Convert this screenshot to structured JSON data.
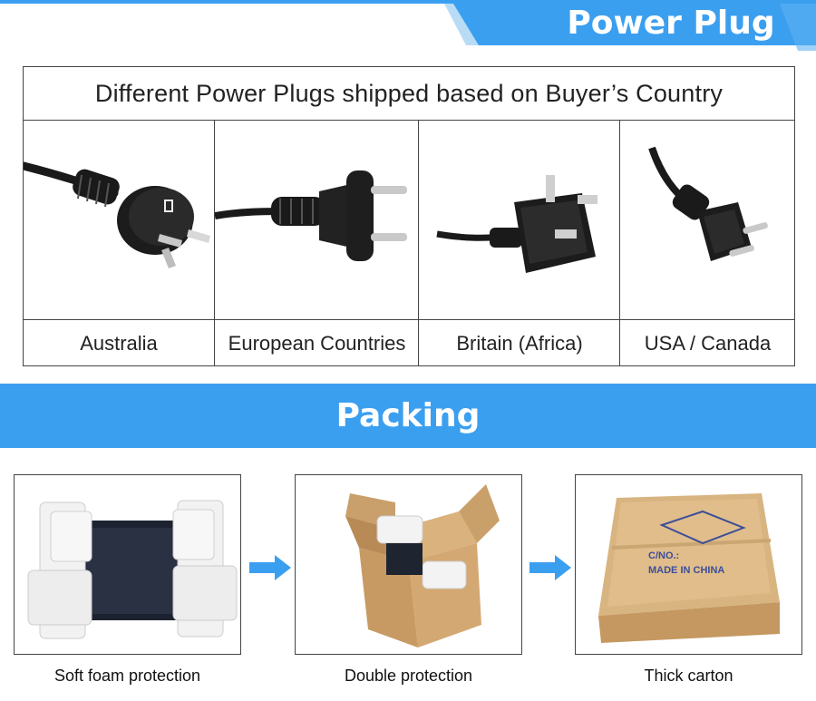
{
  "power_plug": {
    "title": "Power Plug",
    "heading": "Different Power Plugs shipped based on Buyer’s Country",
    "plugs": [
      {
        "label": "Australia",
        "icon": "australia-plug-icon"
      },
      {
        "label": "European Countries",
        "icon": "europe-plug-icon"
      },
      {
        "label": "Britain (Africa)",
        "icon": "uk-plug-icon"
      },
      {
        "label": "USA / Canada",
        "icon": "us-plug-icon"
      }
    ]
  },
  "packing": {
    "title": "Packing",
    "steps": [
      {
        "caption": "Soft foam protection"
      },
      {
        "caption": "Double protection"
      },
      {
        "caption": "Thick carton",
        "box_text": [
          "C/NO.:",
          "MADE IN CHINA"
        ]
      }
    ]
  },
  "colors": {
    "accent_blue": "#3b9ff0",
    "light_blue": "#b8dcf6",
    "border": "#444444"
  }
}
